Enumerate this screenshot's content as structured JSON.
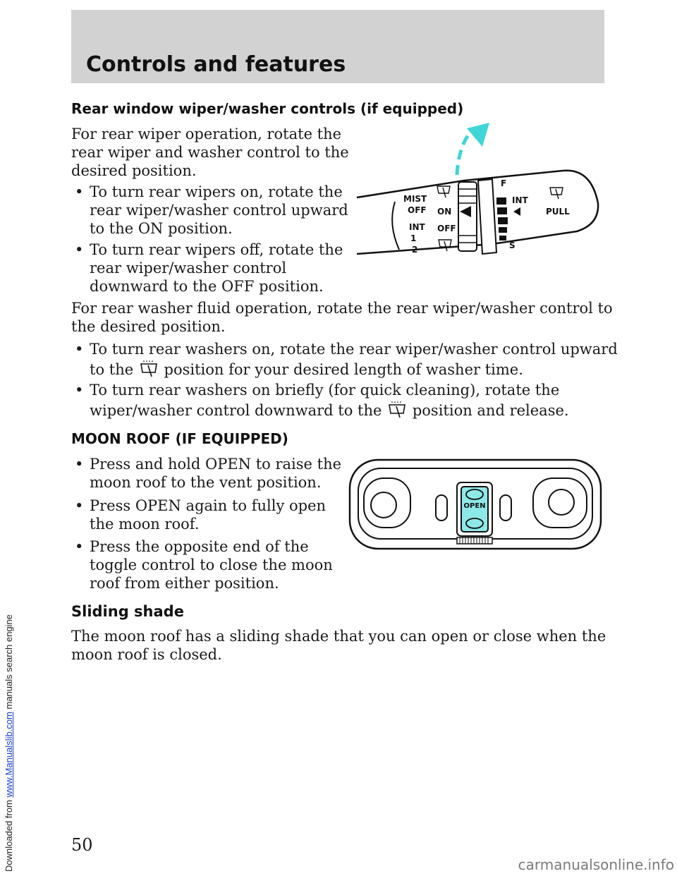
{
  "side_credit": {
    "prefix": "Downloaded from ",
    "link": "www.Manualslib.com",
    "suffix": " manuals search engine"
  },
  "header": {
    "title": "Controls and features"
  },
  "rear_wiper": {
    "heading": "Rear window wiper/washer controls (if equipped)",
    "intro": [
      "For rear wiper operation, rotate the",
      "rear wiper and washer control to the",
      "desired position."
    ],
    "bullet1": [
      "To turn rear wipers on, rotate the",
      "rear wiper/washer control upward",
      "to the ON position."
    ],
    "bullet2": [
      "To turn rear wipers off, rotate the",
      "rear wiper/washer control",
      "downward to the OFF position."
    ],
    "fluid_intro": [
      "For rear washer fluid operation, rotate the rear wiper/washer control to",
      "the desired position."
    ],
    "bullet3": {
      "line1": "To turn rear washers on, rotate the rear wiper/washer control upward",
      "line2_pre": "to the",
      "line2_post": "position for your desired length of washer time."
    },
    "bullet4": {
      "line1": "To turn rear washers on briefly (for quick cleaning), rotate the",
      "line2_pre": "wiper/washer control downward to the",
      "line2_post": "position and release."
    },
    "bullet_char": "•"
  },
  "wiper_figure": {
    "labels": {
      "mist": "MIST",
      "off_left": "OFF",
      "int_left": "INT",
      "one": "1",
      "two": "2",
      "on": "ON",
      "off_right": "OFF",
      "f": "F",
      "s": "S",
      "int_right": "INT",
      "pull": "PULL"
    },
    "colors": {
      "arrow": "#3fd6d6"
    }
  },
  "moon_roof": {
    "heading": "MOON ROOF (IF EQUIPPED)",
    "bullet1": [
      "Press and hold OPEN to raise the",
      "moon roof to the vent position."
    ],
    "bullet2": [
      "Press OPEN again to fully open",
      "the moon roof."
    ],
    "bullet3": [
      "Press the opposite end of the",
      "toggle control to close the moon",
      "roof from either position."
    ]
  },
  "roof_figure": {
    "open_label": "OPEN",
    "colors": {
      "switch": "#8fe8e8"
    }
  },
  "sliding_shade": {
    "heading": "Sliding shade",
    "text": [
      "The moon roof has a sliding shade that you can open or close when the",
      "moon roof is closed."
    ]
  },
  "page_number": "50",
  "watermark": "carmanualsonline.info"
}
